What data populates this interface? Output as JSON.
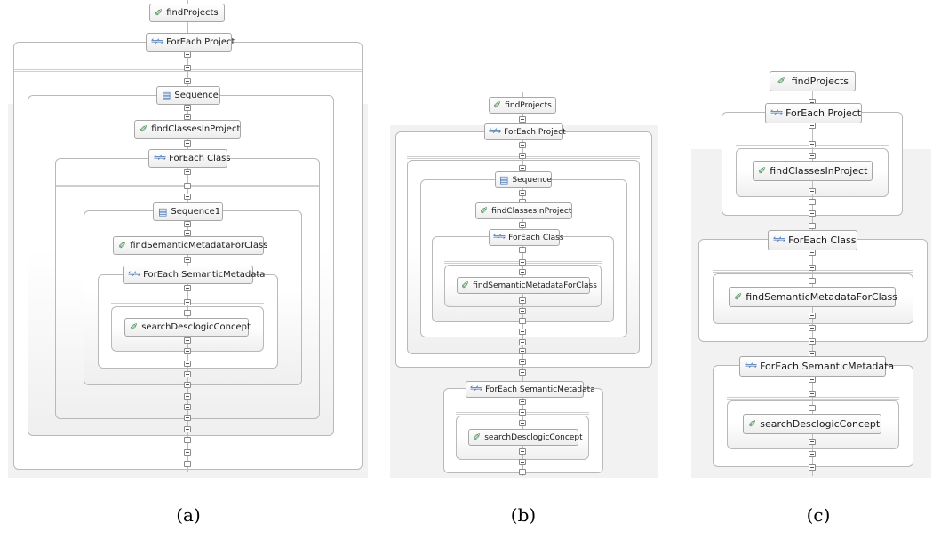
{
  "nodes": {
    "findProjects": "findProjects",
    "forEachProject": "ForEach Project",
    "sequence": "Sequence",
    "findClassesInProject": "findClassesInProject",
    "forEachClass": "ForEach Class",
    "sequence1": "Sequence1",
    "findSemanticMetadataForClass": "findSemanticMetadataForClass",
    "forEachSemanticMetadata": "ForEach SemanticMetadata",
    "searchDesclogicConcept": "searchDesclogicConcept"
  },
  "captions": {
    "a": "(a)",
    "b": "(b)",
    "c": "(c)"
  },
  "icons": {
    "invoke": "invoke-icon",
    "foreach": "foreach-icon",
    "sequence": "sequence-icon"
  },
  "colors": {
    "panel_bg": "#f2f2f2",
    "border": "#b9b9b9",
    "wire": "#bdbdbd",
    "invoke_icon": "#2f7d3a",
    "foreach_icon": "#3f6fb0"
  }
}
